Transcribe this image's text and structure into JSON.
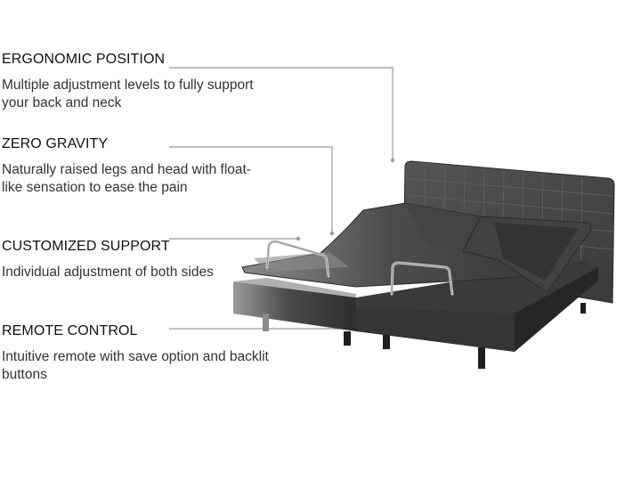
{
  "features": [
    {
      "title": "ERGONOMIC POSITION",
      "description": "Multiple adjustment levels to fully support your back and neck"
    },
    {
      "title": "ZERO GRAVITY",
      "description": "Naturally raised legs and head with float-like sensation to ease the pain"
    },
    {
      "title": "CUSTOMIZED SUPPORT",
      "description": "Individual adjustment of both sides"
    },
    {
      "title": "REMOTE CONTROL",
      "description": "Intuitive remote with save option and backlit buttons"
    }
  ],
  "colors": {
    "callout_line": "#999999",
    "headboard": "#4a4a4a",
    "frame": "#3c3c3c",
    "deck": "#5a5a5a",
    "rail": "#cfcfcf"
  }
}
